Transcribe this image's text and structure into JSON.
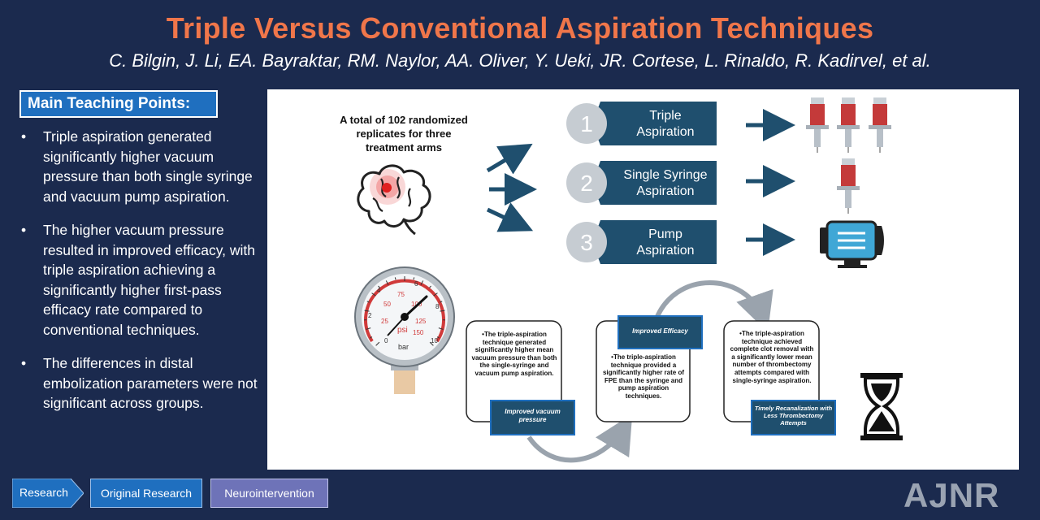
{
  "header": {
    "title": "Triple Versus Conventional Aspiration Techniques",
    "authors": "C. Bilgin, J. Li, EA. Bayraktar, RM. Naylor, AA. Oliver, Y. Ueki, JR. Cortese, L. Rinaldo, R. Kadirvel, et al."
  },
  "teaching": {
    "heading": "Main Teaching Points:",
    "points": [
      "Triple aspiration generated significantly higher vacuum pressure than both single syringe and vacuum pump aspiration.",
      "The higher vacuum pressure resulted in improved efficacy, with triple aspiration achieving a significantly higher first-pass efficacy rate compared to conventional techniques.",
      "The differences in distal embolization parameters were not significant across groups."
    ]
  },
  "diagram": {
    "study_text": [
      "A total of 102 randomized",
      "replicates for three",
      "treatment arms"
    ],
    "arms": [
      {
        "number": "1",
        "line1": "Triple",
        "line2": "Aspiration"
      },
      {
        "number": "2",
        "line1": "Single Syringe",
        "line2": "Aspiration"
      },
      {
        "number": "3",
        "line1": "Pump",
        "line2": "Aspiration"
      }
    ],
    "gauge": {
      "outer_ticks": [
        "0",
        "2",
        "4",
        "6",
        "8",
        "10"
      ],
      "inner_ticks": [
        "25",
        "50",
        "75",
        "100",
        "125",
        "150"
      ],
      "unit_psi": "psi",
      "unit_bar": "bar"
    },
    "boxes": [
      {
        "label": "Improved vacuum pressure",
        "text": "•The triple-aspiration technique generated significantly higher mean vacuum pressure than both the single-syringe and vacuum pump aspiration."
      },
      {
        "label": "Improved Efficacy",
        "text": "•The triple-aspiration technique provided a significantly higher rate of FPE than the syringe and pump aspiration techniques."
      },
      {
        "label": "Timely Recanalization with Less Thrombectomy Attempts",
        "text": "•The triple-aspiration technique achieved complete clot removal with a significantly lower mean number of thrombectomy attempts compared with single-syringe aspiration."
      }
    ]
  },
  "footer": {
    "tags": [
      "Research",
      "Original Research",
      "Neurointervention"
    ],
    "logo": "AJNR"
  },
  "colors": {
    "background": "#1b2a4e",
    "title": "#f0764a",
    "arm_box": "#1f4f6e",
    "accent_blue": "#1f6fbf"
  }
}
